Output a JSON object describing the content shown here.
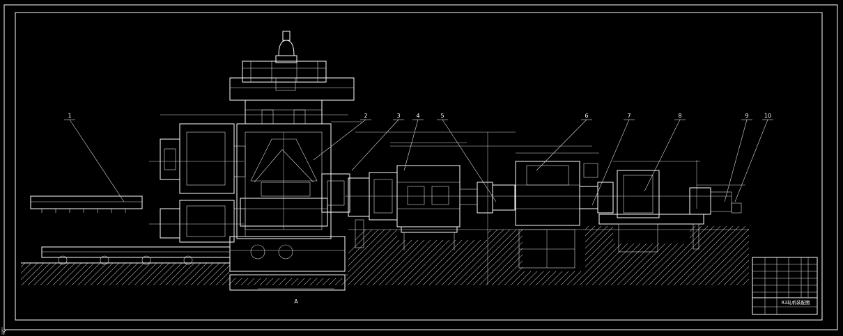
{
  "drawing": {
    "callouts": [
      "1",
      "2",
      "3",
      "4",
      "5",
      "6",
      "7",
      "8",
      "9",
      "10"
    ],
    "section_mark": "A",
    "title_block": {
      "drawing_title": "R3轧机装配图"
    },
    "ucs_marker": "Y"
  },
  "colors": {
    "background": "#000000",
    "line": "#ffffff"
  }
}
